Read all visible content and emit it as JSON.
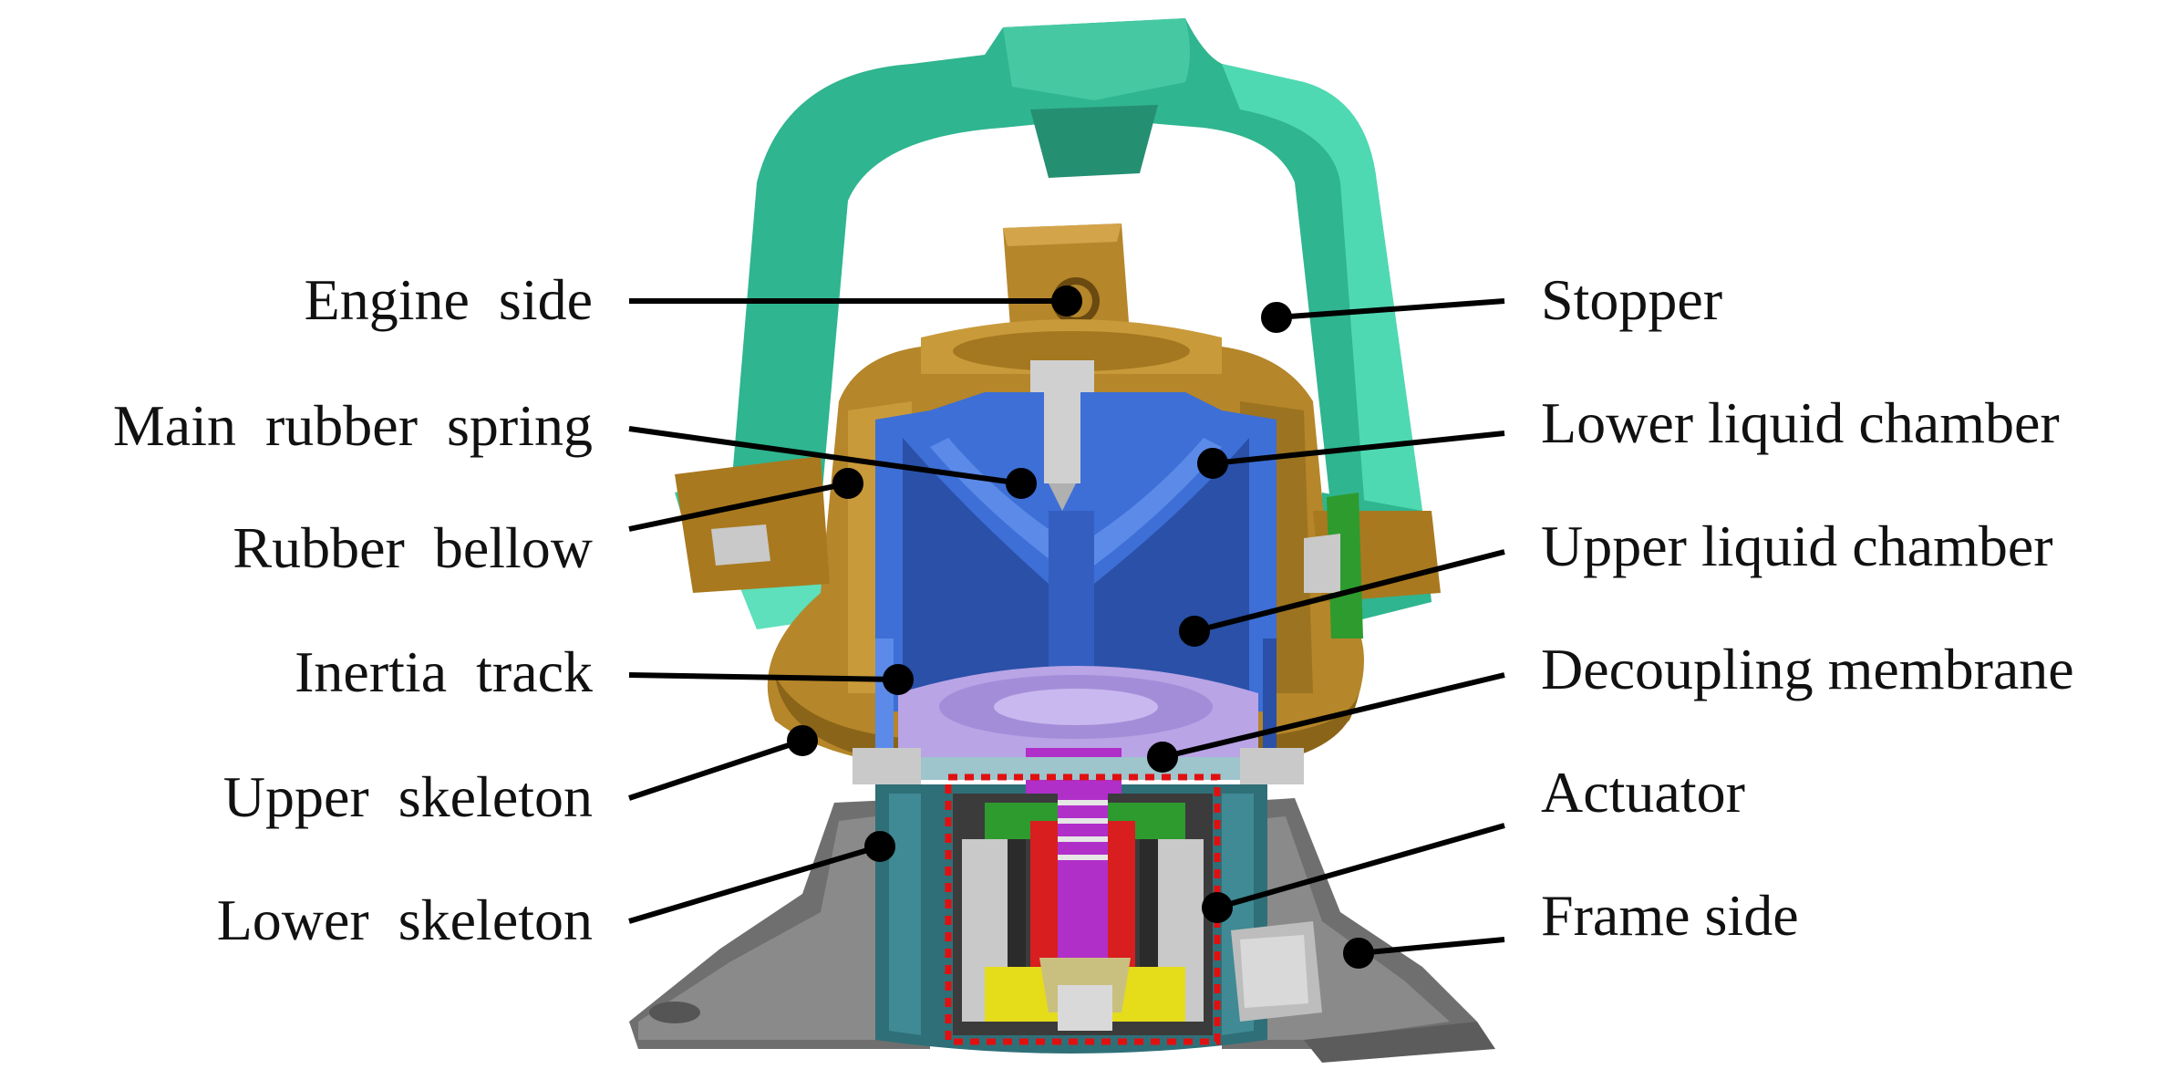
{
  "figure": {
    "labels_left": [
      {
        "id": "engine-side",
        "text": "Engine  side"
      },
      {
        "id": "main-rubber-spring",
        "text": "Main  rubber  spring"
      },
      {
        "id": "rubber-bellow",
        "text": "Rubber  bellow"
      },
      {
        "id": "inertia-track",
        "text": "Inertia  track"
      },
      {
        "id": "upper-skeleton",
        "text": "Upper  skeleton"
      },
      {
        "id": "lower-skeleton",
        "text": "Lower  skeleton"
      }
    ],
    "labels_right": [
      {
        "id": "stopper",
        "text": "Stopper"
      },
      {
        "id": "lower-liquid-chamber",
        "text": "Lower liquid chamber"
      },
      {
        "id": "upper-liquid-chamber",
        "text": "Upper liquid chamber"
      },
      {
        "id": "decoupling-membrane",
        "text": "Decoupling membrane"
      },
      {
        "id": "actuator",
        "text": "Actuator"
      },
      {
        "id": "frame-side",
        "text": "Frame side"
      }
    ],
    "colors": {
      "stopper": "#2fb58f",
      "stopper_light": "#4fd9b2",
      "bronze": "#b5862a",
      "bronze_dark": "#8a6418",
      "blue": "#3d6fd6",
      "blue_dark": "#2a50a8",
      "lavender": "#b9a4e6",
      "magenta": "#b02fc9",
      "red": "#d81e1e",
      "yellow": "#e5dc1a",
      "green": "#2e9b2e",
      "grey": "#7d7d7d",
      "teal": "#2f6f78",
      "silver": "#c9c9c9",
      "highlight_box": "#e01010"
    }
  }
}
